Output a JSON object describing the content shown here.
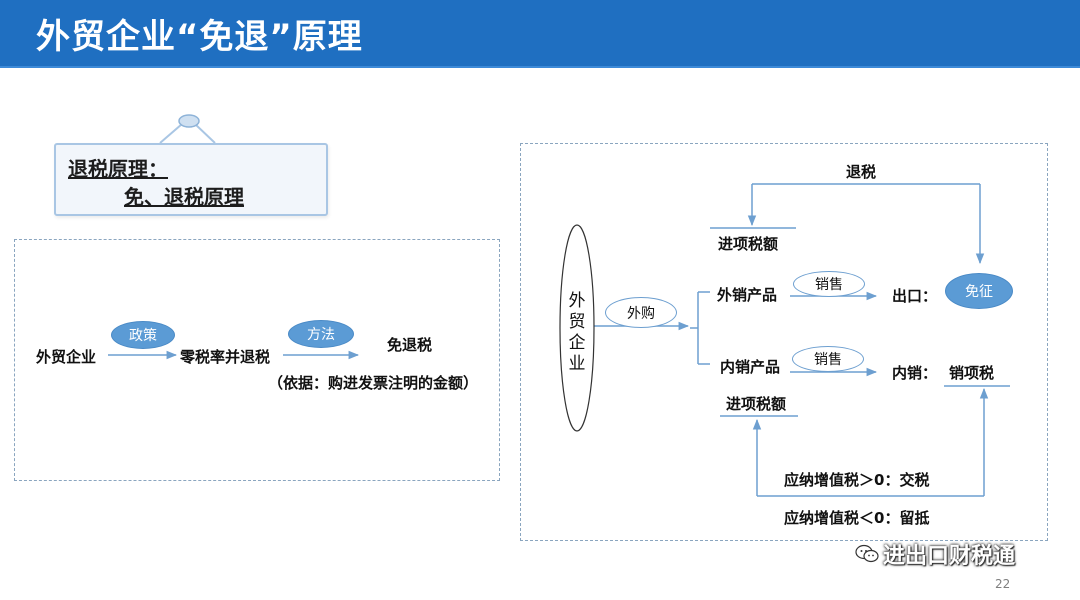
{
  "header": {
    "title": "外贸企业“免退”原理"
  },
  "callout": {
    "line1": "退税原理：",
    "line2": "免、退税原理"
  },
  "left_flow": {
    "node_enterprise": "外贸企业",
    "pill_policy": "政策",
    "node_zero_rate": "零税率并退税",
    "pill_method": "方法",
    "node_exempt": "免退税",
    "basis_note": "（依据：购进发票注明的金额）"
  },
  "right_flow": {
    "vertical_enterprise": "外贸企业",
    "pill_purchase": "外购",
    "tax_refund": "退税",
    "input_tax_top": "进项税额",
    "export_product": "外销产品",
    "pill_sale_1": "销售",
    "export_label": "出口：",
    "pill_exempt": "免征",
    "domestic_product": "内销产品",
    "pill_sale_2": "销售",
    "domestic_label": "内销：",
    "output_tax": "销项税",
    "input_tax_bottom": "进项税额",
    "vat_positive": "应纳增值税＞0：交税",
    "vat_negative": "应纳增值税＜0：留抵"
  },
  "footer": {
    "watermark": "进出口财税通",
    "page_number": "22"
  },
  "colors": {
    "header_bg": "#1f6fc1",
    "accent_blue": "#5b9bd5",
    "line": "#6d9fd0"
  }
}
